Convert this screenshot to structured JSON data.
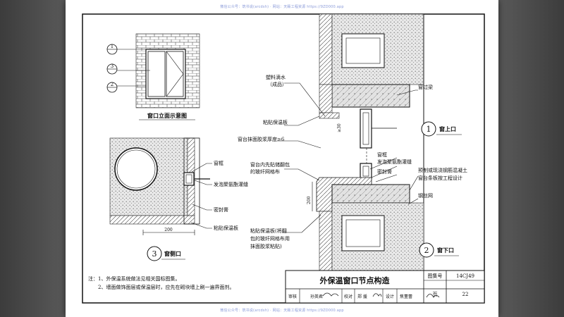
{
  "watermark_top": "微信公众号：筑书说(arcdsh) · 网站：天籁工程资源 https://9ZD000.app",
  "watermark_bottom": "微信公众号：筑书说(arcdsh) · 网站：天籁工程资源 https://9ZD000.app",
  "elevation": {
    "callouts": [
      "1",
      "3",
      "2"
    ],
    "title": "窗口立面示意图"
  },
  "side_detail": {
    "number": "3",
    "title": "窗侧口",
    "dimension": "200",
    "labels": {
      "frame": "窗框",
      "foam": "发泡聚氨酯灌缝",
      "sealant": "密封膏",
      "board": "粘贴保温板"
    }
  },
  "top_detail": {
    "number": "1",
    "title": "窗上口",
    "labels": {
      "drip": "塑料滴水",
      "drip_sub": "（成品）",
      "lintel": "窗过梁",
      "board": "粘贴保温板",
      "dim": "≥30"
    }
  },
  "sill_detail": {
    "number": "2",
    "title": "窗下口",
    "dimension": "200",
    "labels": {
      "mortar": "窗台抹面胶浆厚度≥6",
      "mesh_1": "窗台内先贴储翻包",
      "mesh_2": "的玻纤网格布",
      "frame": "窗框",
      "foam": "发泡聚氨酯灌缝",
      "sealant": "密封膏",
      "precast_1": "预制或现浇钢筋混凝土",
      "precast_2": "窗台条板按工程设计",
      "wire_mesh": "钢丝网",
      "board_1": "粘贴保温板(将翻",
      "board_2": "包的玻纤网格布用",
      "board_3": "抹面胶浆粘贴)"
    }
  },
  "notes": {
    "line1": "注：1、外保温系统做法见相关国标图集。",
    "line2": "2、墙面做饰面层或保温层时，应先在砌块墙上刷一遍界面剂。"
  },
  "title_block": {
    "title": "外保温窗口节点构造",
    "atlas_label": "图集号",
    "atlas_value": "14CJ49",
    "page_label": "页",
    "page_value": "22",
    "review_label": "审核",
    "reviewer": "孙英君",
    "check_label": "校对",
    "checker": "郑 援",
    "design_label": "设计",
    "designer": "焦董蕾"
  }
}
